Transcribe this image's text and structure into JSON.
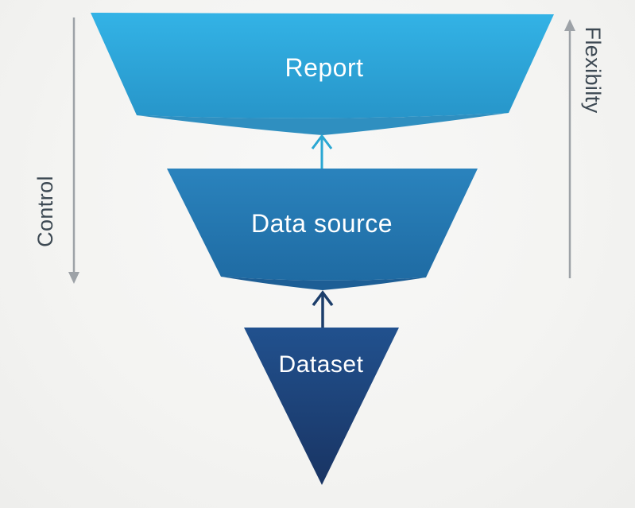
{
  "layers": [
    {
      "label": "Report"
    },
    {
      "label": "Data source"
    },
    {
      "label": "Dataset"
    }
  ],
  "side_labels": {
    "left": "Control",
    "right": "Flexibilty"
  },
  "colors": {
    "report_top": "#33b3e6",
    "report_bottom": "#2795c9",
    "report_fold": "#2f8fc0",
    "source_top": "#2a83bd",
    "source_bottom": "#1f6ba3",
    "source_fold": "#1d5e95",
    "dataset_top": "#21518e",
    "dataset_bottom": "#193463",
    "arrow_cyan": "#2aa7d3",
    "arrow_navy": "#1c3e6b",
    "side_arrow": "#9da2a7",
    "side_text": "#3d4953",
    "label_text": "#ffffff"
  }
}
